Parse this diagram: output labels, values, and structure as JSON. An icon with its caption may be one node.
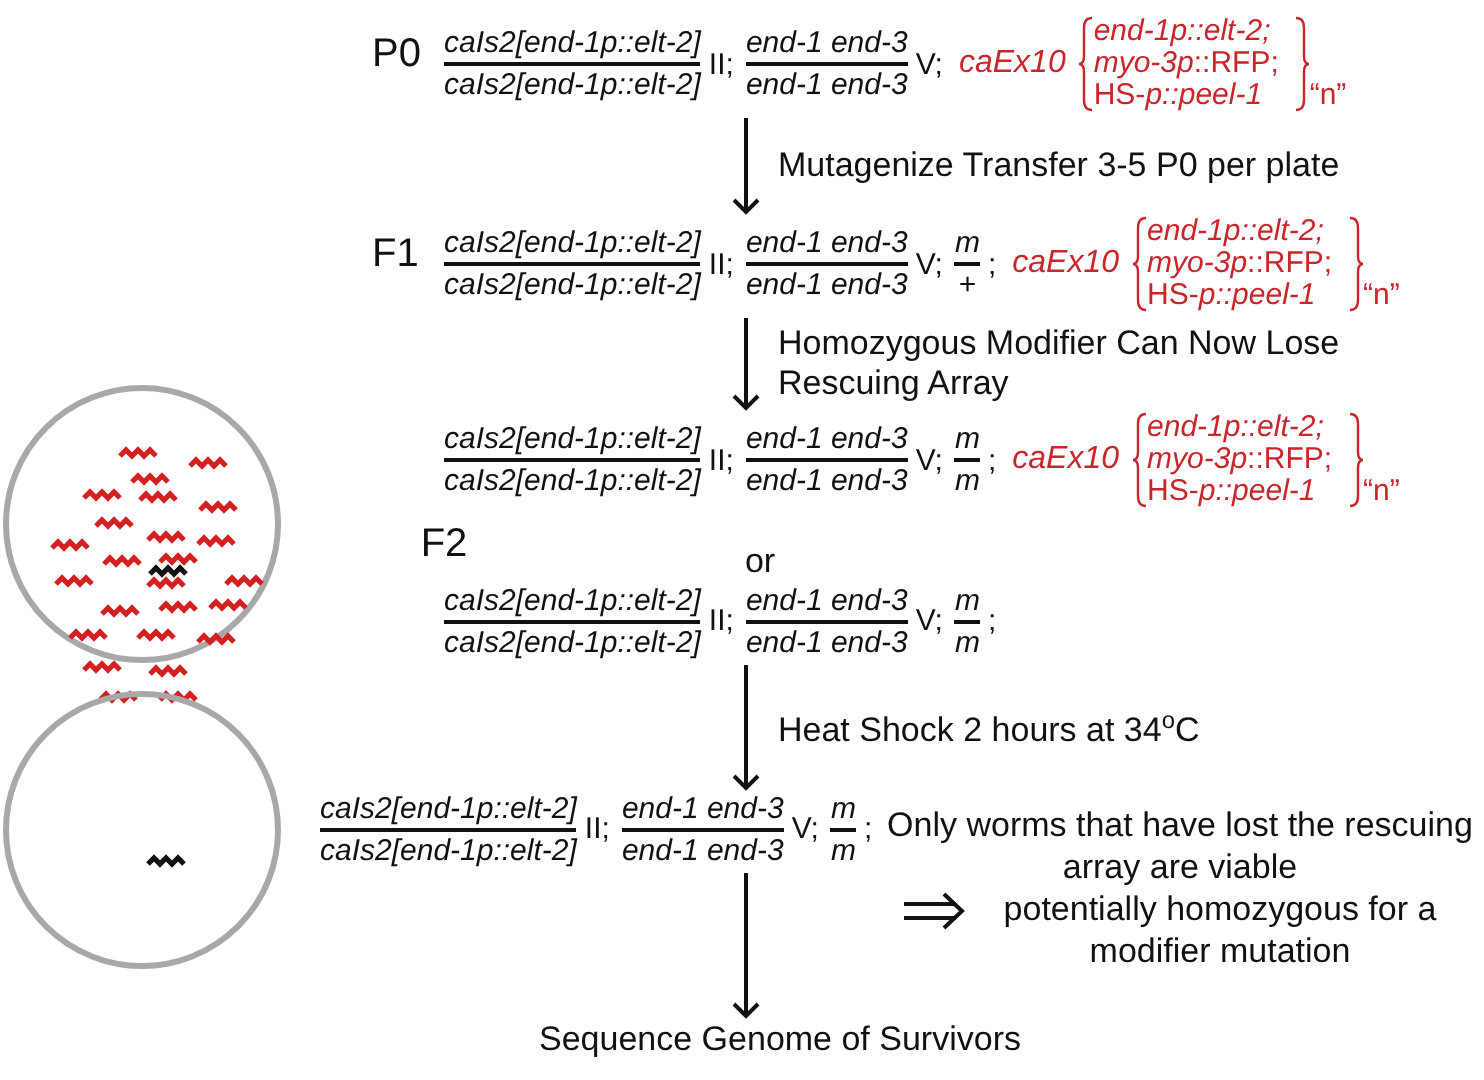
{
  "diagram": {
    "nodes": [
      {
        "text": [
          "caIs2[end-1p::elt-2]",
          "caIs2[end-1p::elt-2]",
          "II;",
          "end-1 end-3",
          "end-1 end-3",
          "V;",
          "caEx10",
          "*end-1p::elt-2;* *myo-3p*::RFP; HS-*p::peel-1*",
          "“n”"
        ],
        "beside": [
          "P0"
        ]
      },
      {
        "text": [
          "caIs2[end-1p::elt-2]",
          "caIs2[end-1p::elt-2]",
          "II;",
          "end-1 end-3",
          "end-1 end-3",
          "V;",
          "m",
          "+",
          ";",
          "caEx10",
          "*end-1p::elt-2;* *myo-3p*::RFP; HS-*p::peel-1*",
          "“n”"
        ],
        "beside": [
          "F1"
        ]
      },
      {
        "text": [
          "caIs2[end-1p::elt-2]",
          "caIs2[end-1p::elt-2]",
          "II;",
          "end-1 end-3",
          "end-1 end-3",
          "V;",
          "m",
          "m",
          ";",
          "caEx10",
          "*end-1p::elt-2;* *myo-3p*::RFP; HS-*p::peel-1*",
          "“n”"
        ]
      },
      {
        "text": [
          "caIs2[end-1p::elt-2]",
          "caIs2[end-1p::elt-2]",
          "II;",
          "end-1 end-3",
          "end-1 end-3",
          "V;",
          "m",
          "m",
          ";"
        ]
      },
      {
        "text": [
          "caIs2[end-1p::elt-2]",
          "caIs2[end-1p::elt-2]",
          "II;",
          "end-1 end-3",
          "end-1 end-3",
          "V;",
          "m",
          "m",
          ";"
        ]
      },
      {
        "text": [
          "Sequence Genome of Survivors"
        ]
      }
    ],
    "edges": [
      {
        "from": 0,
        "to": 1,
        "arrow": "to",
        "label": "Mutagenize Transfer 3-5 P0 per plate"
      },
      {
        "from": 1,
        "to": 2,
        "arrow": "to",
        "label": "Homozygous Modifier Can Now Lose Rescuing Array"
      },
      {
        "from": 3,
        "to": 4,
        "arrow": "to",
        "label": "Heat Shock 2 hours at 34$^{o}$C"
      },
      {
        "from": 4,
        "to": 5,
        "arrow": "to"
      }
    ],
    "labels": [
      "F2",
      "or",
      "Only worms that have lost the rescuing array are viable",
      "potentially homozygous for a modifier mutation"
    ]
  }
}
